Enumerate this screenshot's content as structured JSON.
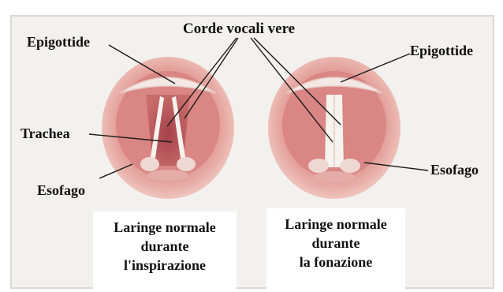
{
  "labels": {
    "epiglottis_left": "Epigottide",
    "true_vocal_cords": "Corde vocali vere",
    "epiglottis_right": "Epigottide",
    "trachea": "Trachea",
    "esophagus_left": "Esofago",
    "esophagus_right": "Esofago"
  },
  "captions": {
    "inspiration": [
      "Laringe normale",
      "durante",
      "l'inspirazione"
    ],
    "phonation": [
      "Laringe normale",
      "durante",
      "la fonazione"
    ]
  },
  "colors": {
    "background": "#f2f1ee",
    "panel_frame": "#d9d6cf",
    "outer_ring": "#e8a5a0",
    "inner_tissue": "#d77a78",
    "cavity": "#c05a5c",
    "cords": "#f3eeea",
    "lines": "#1a1a1a"
  }
}
